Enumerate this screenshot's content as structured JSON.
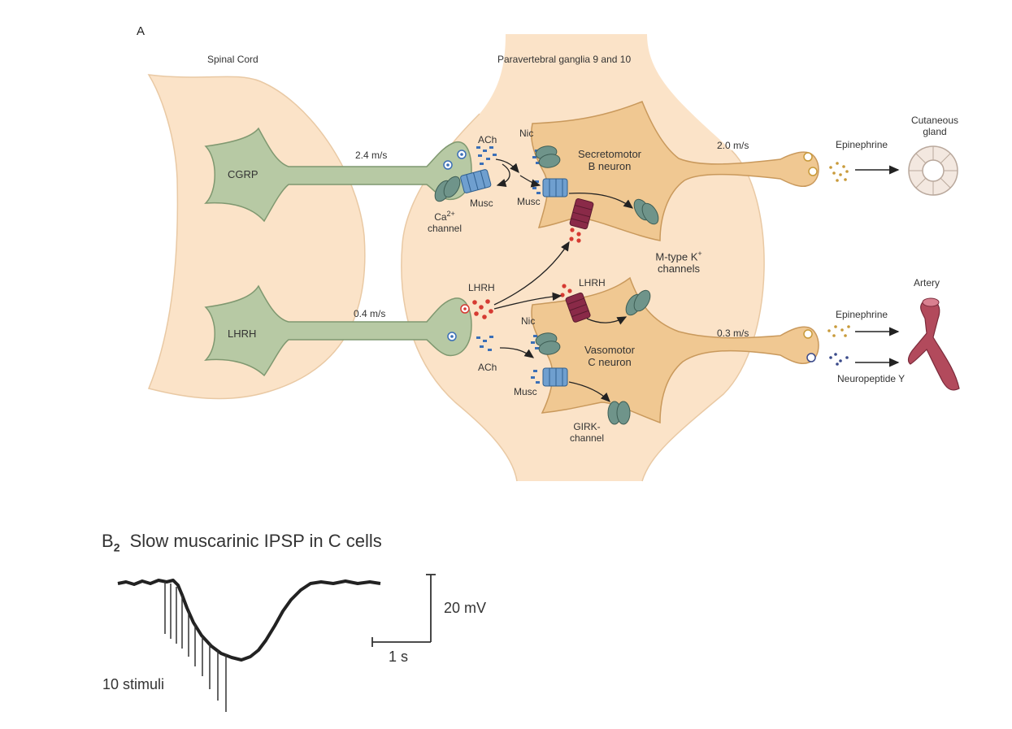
{
  "panel_a": {
    "label": "A",
    "spinal_cord": "Spinal Cord",
    "ganglia": "Paravertebral ganglia 9 and 10",
    "cgrp": "CGRP",
    "lhrh_neuron": "LHRH",
    "speed_top": "2.4 m/s",
    "speed_bottom": "0.4 m/s",
    "ach_top": "ACh",
    "ach_bottom": "ACh",
    "nic_top": "Nic",
    "nic_bottom": "Nic",
    "musc_1": "Musc",
    "musc_2": "Musc",
    "musc_3": "Musc",
    "ca_channel": "Ca",
    "ca_sup": "2+",
    "ca_channel_2": "channel",
    "secretomotor_1": "Secretomotor",
    "secretomotor_2": "B neuron",
    "mtype_1": "M-type K",
    "mtype_sup": "+",
    "mtype_2": "channels",
    "lhrh_release": "LHRH",
    "lhrh_receptor": "LHRH",
    "vasomotor_1": "Vasomotor",
    "vasomotor_2": "C neuron",
    "girk_1": "GIRK-",
    "girk_2": "channel",
    "speed_out_top": "2.0 m/s",
    "speed_out_bottom": "0.3 m/s",
    "epinephrine_top": "Epinephrine",
    "epinephrine_bottom": "Epinephrine",
    "neuropeptide": "Neuropeptide Y",
    "cutaneous_1": "Cutaneous",
    "cutaneous_2": "gland",
    "artery": "Artery"
  },
  "panel_b": {
    "label_main": "B",
    "label_sub": "2",
    "title": "Slow muscarinic IPSP in C cells",
    "stimuli": "10 stimuli",
    "scale_v": "20 mV",
    "scale_t": "1 s"
  },
  "colors": {
    "tissue": "#fbe3c8",
    "tissue_edge": "#e9c9a4",
    "green_neuron": "#b7c9a4",
    "green_edge": "#7f9870",
    "tan_neuron": "#f0c892",
    "tan_edge": "#c9995c",
    "ach_blue": "#3b6fb7",
    "lhrh_red": "#d63a32",
    "receptor_green": "#6f948a",
    "receptor_blue": "#6f9fcf",
    "receptor_purple": "#8a2a48",
    "epinephrine": "#c89a3a",
    "npy": "#3a4a8a",
    "artery": "#b24a5c",
    "gland": "#f3e8e0"
  }
}
